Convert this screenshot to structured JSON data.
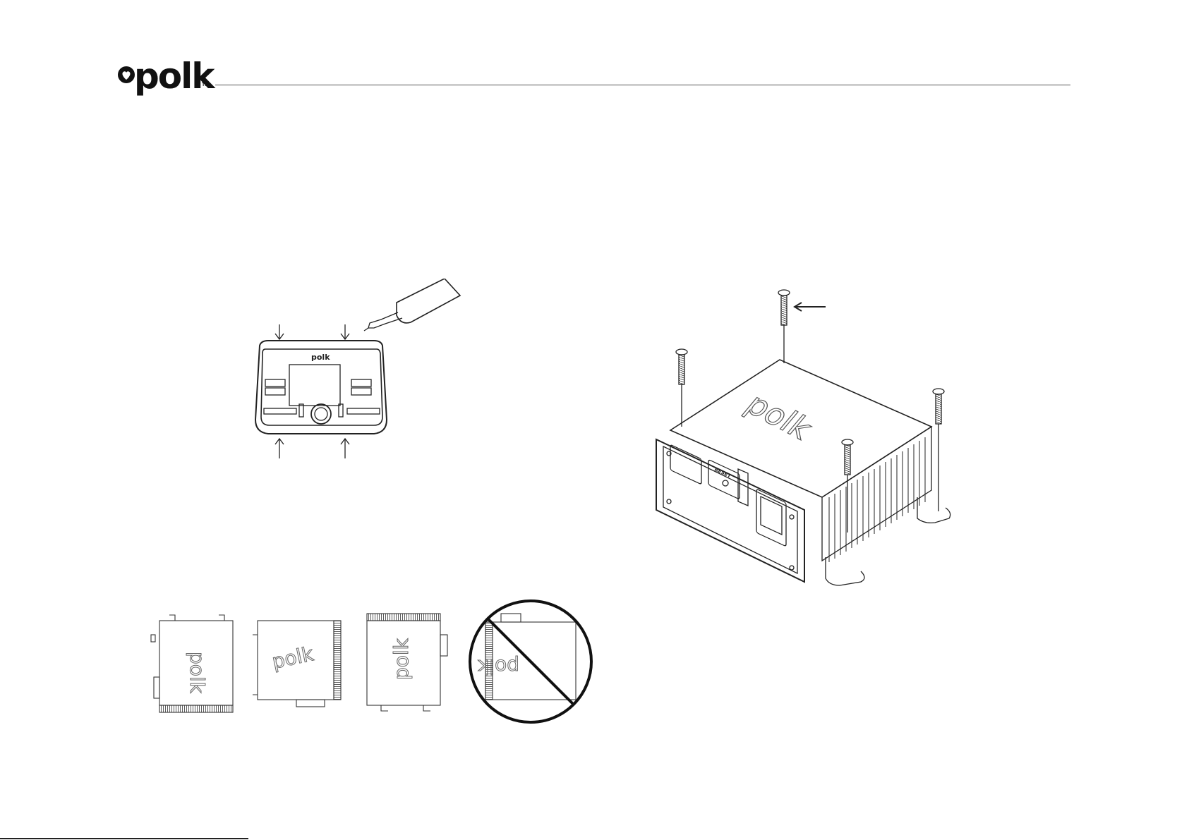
{
  "header": {
    "brand": "polk",
    "trademark": "TM"
  },
  "icons": {
    "brand_logo": "heart-icon",
    "screwdriver": "screwdriver-icon",
    "prohibited": "prohibited-icon"
  },
  "head_unit": {
    "brand_mark": "polk"
  },
  "amplifier": {
    "brand_mark": "polk",
    "reset_label": "RESET"
  },
  "orientations": {
    "views": [
      {
        "brand_mark": "polk"
      },
      {
        "brand_mark": "polk"
      },
      {
        "brand_mark": "polk"
      },
      {
        "brand_mark": "polk"
      }
    ]
  }
}
